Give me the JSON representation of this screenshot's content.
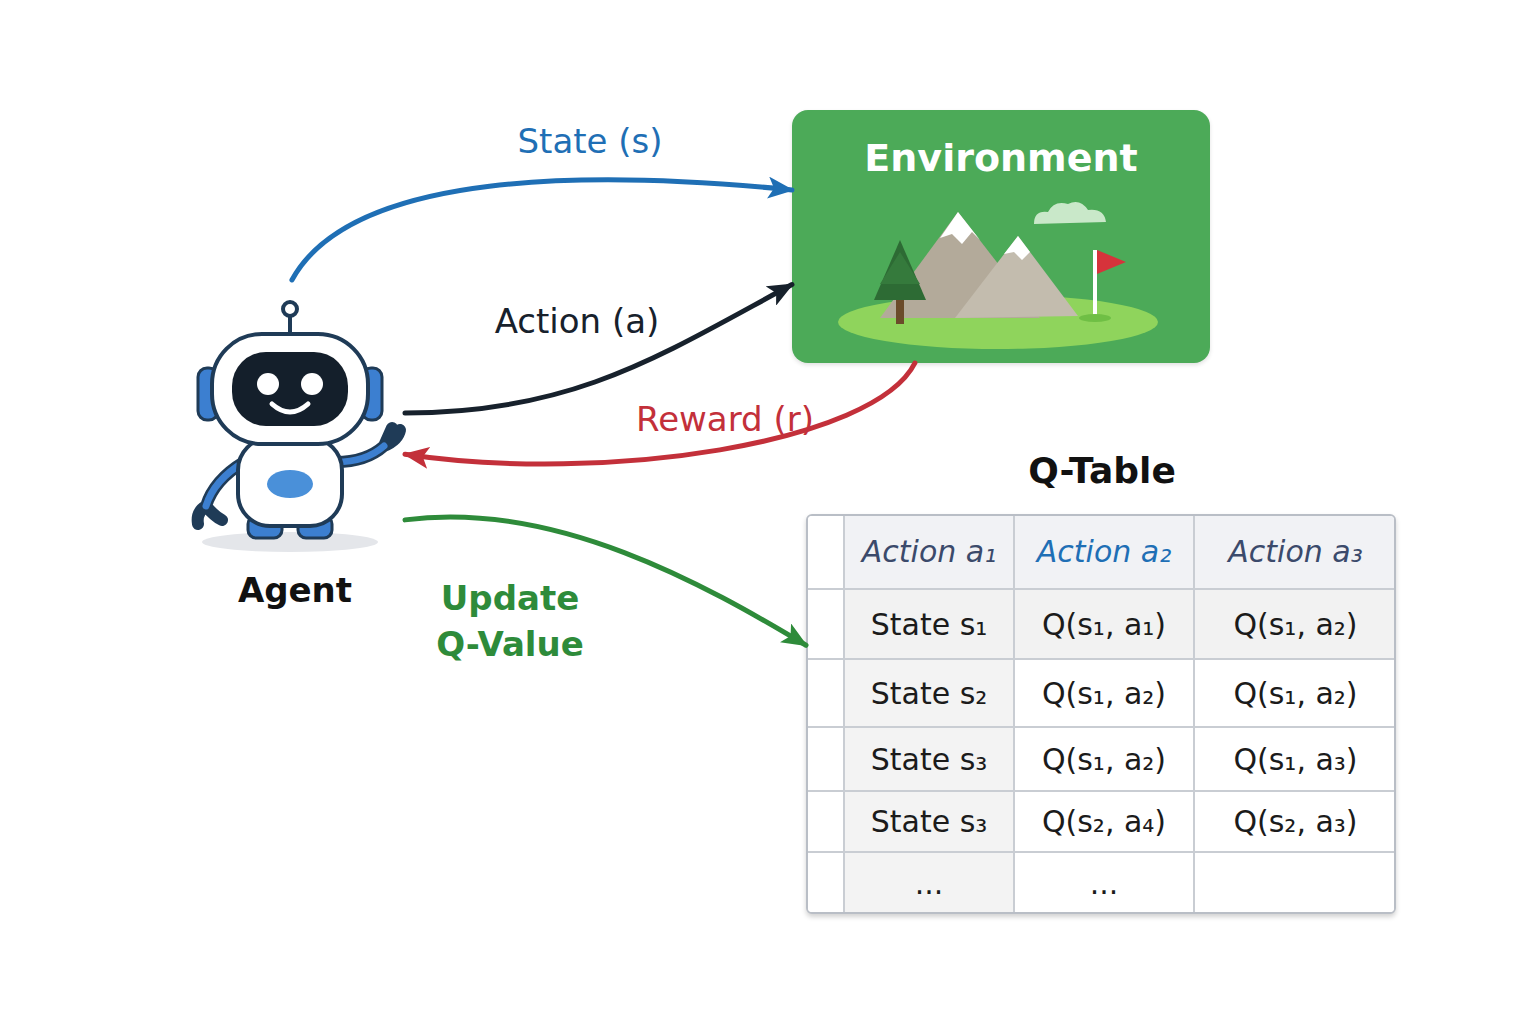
{
  "diagram": {
    "nodes": [
      {
        "text": [
          "Agent"
        ]
      },
      {
        "text": [
          "Environment"
        ]
      },
      {
        "text": [
          "Q-Table"
        ]
      }
    ],
    "edges": [
      {
        "from": 0,
        "to": 1,
        "label": "State (s)",
        "arrow": "to"
      },
      {
        "from": 0,
        "to": 1,
        "label": "Action (a)",
        "arrow": "to"
      },
      {
        "from": 1,
        "to": 0,
        "label": "Reward (r)",
        "arrow": "to"
      },
      {
        "from": 0,
        "to": 2,
        "label": "Update Q-Value",
        "arrow": "to"
      }
    ],
    "labels": [
      "Action a₁",
      "Action a₂",
      "Action a₃",
      "State s₁",
      "Q(s₁, a₁)",
      "Q(s₁, a₂)",
      "State s₂",
      "Q(s₁, a₂)",
      "Q(s₁, a₂)",
      "State s₃",
      "Q(s₁, a₂)",
      "Q(s₁, a₃)",
      "State s₃",
      "Q(s₂, a₄)",
      "Q(s₂, a₃)",
      "...",
      "..."
    ]
  }
}
